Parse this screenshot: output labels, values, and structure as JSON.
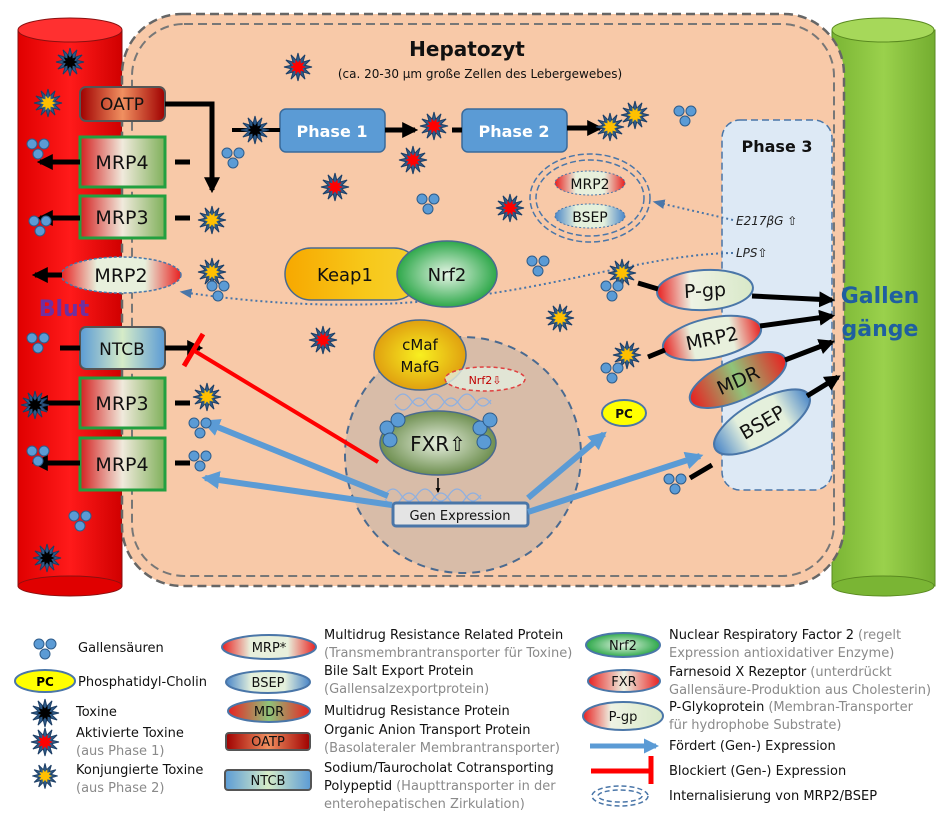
{
  "title": "Hepatozyt",
  "subtitle": "(ca. 20-30 µm große Zellen des Lebergewebes)",
  "blood_label": "Blut",
  "bile_label": {
    "line1": "Gallen",
    "line2": "gänge"
  },
  "left_transporters": {
    "oatp": "OATP",
    "mrp4_top": "MRP4",
    "mrp3_top": "MRP3",
    "mrp2": "MRP2",
    "ntcb": "NTCB",
    "mrp3_bottom": "MRP3",
    "mrp4_bottom": "MRP4"
  },
  "phases": {
    "phase1": "Phase 1",
    "phase2": "Phase 2",
    "phase3": "Phase 3"
  },
  "complex": {
    "keap1": "Keap1",
    "nrf2": "Nrf2"
  },
  "internalized": {
    "mrp2": "MRP2",
    "bsep": "BSEP"
  },
  "stimuli": {
    "e2": "E217βG ⇧",
    "lps": "LPS⇧"
  },
  "right_transporters": {
    "pgp": "P-gp",
    "mrp2": "MRP2",
    "mdr": "MDR",
    "bsep": "BSEP"
  },
  "pc": "PC",
  "nucleus": {
    "cmaf": "cMaf",
    "mafg": "MafG",
    "nrf2_down": "Nrf2⇩",
    "fxr": "FXR⇧",
    "gene_expression": "Gen Expression"
  },
  "colors": {
    "blood": "#ff0000",
    "bile": "#8dc63f",
    "cell": "#f8c9a8",
    "phase_box": "#5b9bd5",
    "promote_arrow": "#5b9bd5",
    "block_line": "#ff0000",
    "blut_text": "#7030a0",
    "bile_text": "#1f5fa0"
  },
  "legend": {
    "bile_acids": "Gallensäuren",
    "pc_symbol": "PC",
    "pc": "Phosphatidyl-Cholin",
    "toxins": "Toxine",
    "activated": "Aktivierte Toxine",
    "activated_note": "(aus Phase 1)",
    "conjugated": "Konjungierte Toxine",
    "conjugated_note": "(aus Phase 2)",
    "mrp_symbol": "MRP*",
    "mrp": "Multidrug Resistance Related Protein",
    "mrp_note": "(Transmembrantransporter für Toxine)",
    "bsep_symbol": "BSEP",
    "bsep": "Bile Salt Export Protein",
    "bsep_note": "(Gallensalzexportprotein)",
    "mdr_symbol": "MDR",
    "mdr": "Multidrug Resistance Protein",
    "oatp_symbol": "OATP",
    "oatp": "Organic Anion Transport Protein",
    "oatp_note": "(Basolateraler Membrantransporter)",
    "ntcb_symbol": "NTCB",
    "ntcb_1": "Sodium/Taurocholat Cotransporting",
    "ntcb_2": "Polypeptid",
    "ntcb_note_1": "(Haupttransporter in der",
    "ntcb_note_2": "enterohepatischen Zirkulation)",
    "nrf2_symbol": "Nrf2",
    "nrf2": "Nuclear Respiratory Factor 2",
    "nrf2_note_1": "(regelt",
    "nrf2_note_2": "Expression antioxidativer Enzyme)",
    "fxr_symbol": "FXR",
    "fxr": "Farnesoid X Rezeptor",
    "fxr_note_1": "(unterdrückt",
    "fxr_note_2": "Gallensäure-Produktion aus Cholesterin)",
    "pgp_symbol": "P-gp",
    "pgp": "P-Glykoprotein",
    "pgp_note_1": "(Membran-Transporter",
    "pgp_note_2": "für hydrophobe Substrate)",
    "promotes": "Fördert (Gen-) Expression",
    "blocks": "Blockiert (Gen-) Expression",
    "internalization": "Internalisierung von MRP2/BSEP"
  }
}
